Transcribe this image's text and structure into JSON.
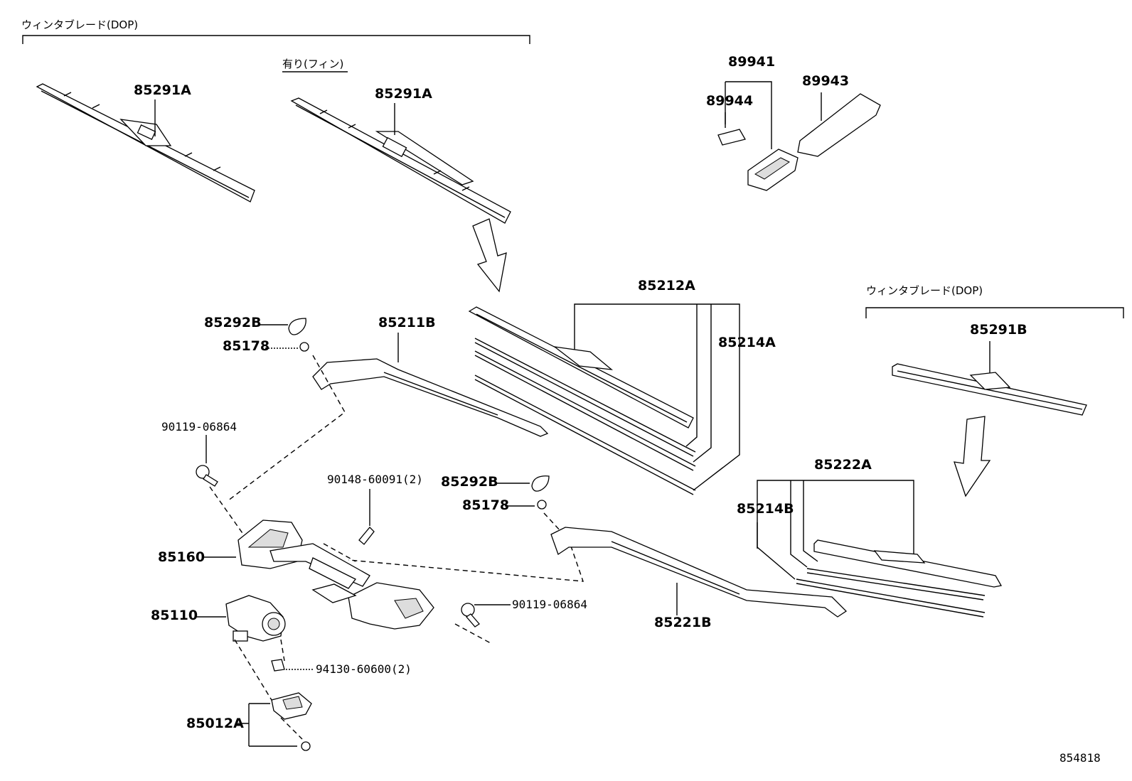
{
  "groups": {
    "winter_blade_front": "ウィンタブレード(DOP)",
    "with_fin": "有り(フィン)",
    "winter_blade_rear": "ウィンタブレード(DOP)"
  },
  "labels": {
    "p85291A_1": "85291A",
    "p85291A_2": "85291A",
    "p89941": "89941",
    "p89944": "89944",
    "p89943": "89943",
    "p85212A": "85212A",
    "p85214A": "85214A",
    "p85292B_1": "85292B",
    "p85178_1": "85178",
    "p85211B": "85211B",
    "p85291B": "85291B",
    "p90119_1": "90119-06864",
    "p90148": "90148-60091(2)",
    "p85292B_2": "85292B",
    "p85178_2": "85178",
    "p85222A": "85222A",
    "p85214B": "85214B",
    "p85160": "85160",
    "p85110": "85110",
    "p90119_2": "90119-06864",
    "p85221B": "85221B",
    "p94130": "94130-60600(2)",
    "p85012A": "85012A"
  },
  "figure_id": "854818"
}
